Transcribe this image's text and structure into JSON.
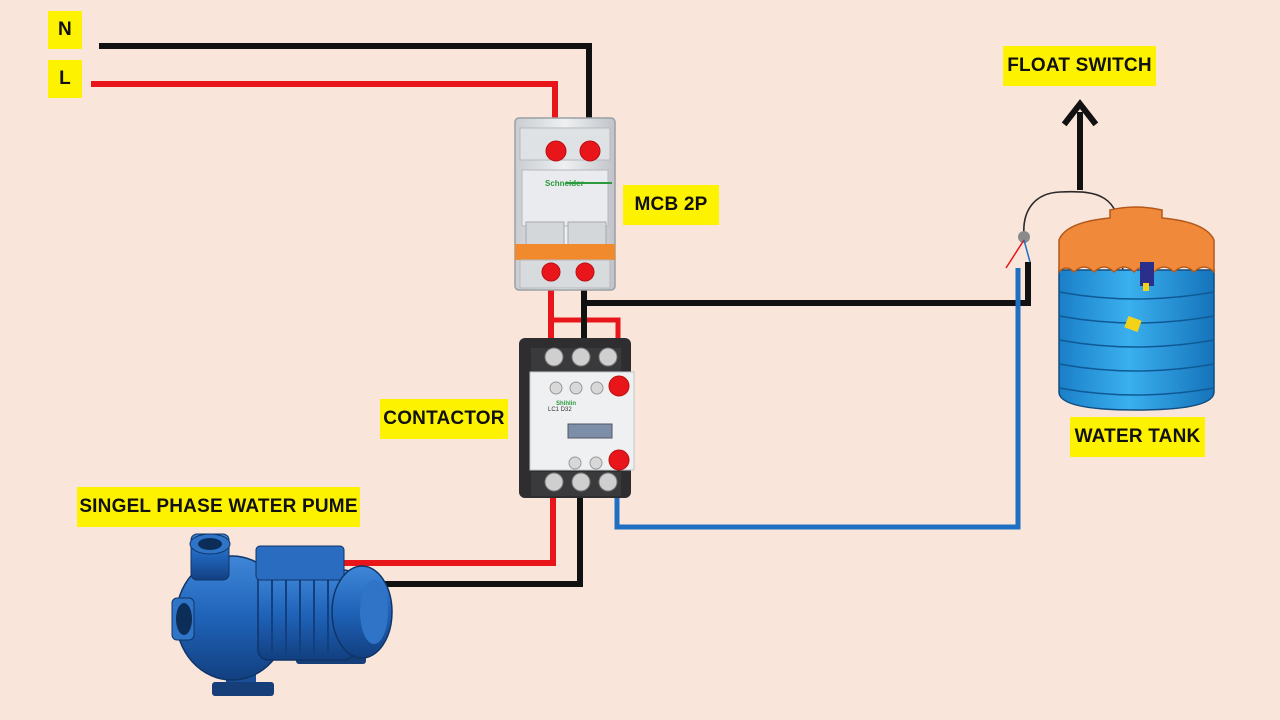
{
  "labels": {
    "neutral": "N",
    "live": "L",
    "mcb": "MCB 2P",
    "contactor": "CONTACTOR",
    "pump": "SINGEL PHASE WATER PUME",
    "float_switch": "FLOAT SWITCH",
    "water_tank": "WATER TANK"
  },
  "device_text": {
    "mcb_brand": "Schneider",
    "contactor_brand": "Shihlin",
    "contactor_model": "LC1 D32"
  },
  "colors": {
    "background": "#f9e5d9",
    "label_bg": "#fdf200",
    "live_wire": "#e8161b",
    "neutral_wire": "#111111",
    "control_wire": "#1f6fc2",
    "terminal_dot": "#e8161b",
    "tank_top": "#f08a3a",
    "tank_body": "#2e9be0",
    "pump_body": "#1f63b8"
  },
  "icons": [
    "up-arrow-icon"
  ]
}
